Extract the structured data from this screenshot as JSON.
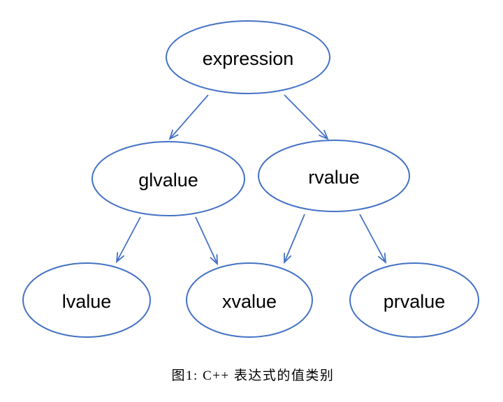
{
  "diagram": {
    "caption": "图1: C++ 表达式的值类别",
    "nodes": [
      {
        "id": "expression",
        "label": "expression"
      },
      {
        "id": "glvalue",
        "label": "glvalue"
      },
      {
        "id": "rvalue",
        "label": "rvalue"
      },
      {
        "id": "lvalue",
        "label": "lvalue"
      },
      {
        "id": "xvalue",
        "label": "xvalue"
      },
      {
        "id": "prvalue",
        "label": "prvalue"
      }
    ],
    "edges": [
      {
        "from": "expression",
        "to": "glvalue"
      },
      {
        "from": "expression",
        "to": "rvalue"
      },
      {
        "from": "glvalue",
        "to": "lvalue"
      },
      {
        "from": "glvalue",
        "to": "xvalue"
      },
      {
        "from": "rvalue",
        "to": "xvalue"
      },
      {
        "from": "rvalue",
        "to": "prvalue"
      }
    ],
    "colors": {
      "node_stroke": "#4472C4",
      "arrow": "#4472C4",
      "text": "#000000",
      "background": "#FFFFFF"
    }
  }
}
